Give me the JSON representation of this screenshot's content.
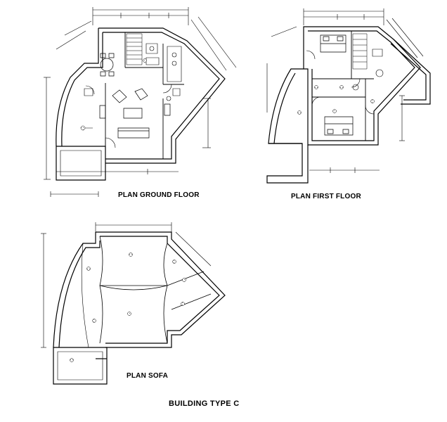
{
  "sheet": {
    "title": "BUILDING TYPE C"
  },
  "plans": {
    "ground": {
      "title": "PLAN GROUND FLOOR"
    },
    "first": {
      "title": "PLAN FIRST FLOOR"
    },
    "roof": {
      "title": "PLAN SOFA"
    }
  }
}
